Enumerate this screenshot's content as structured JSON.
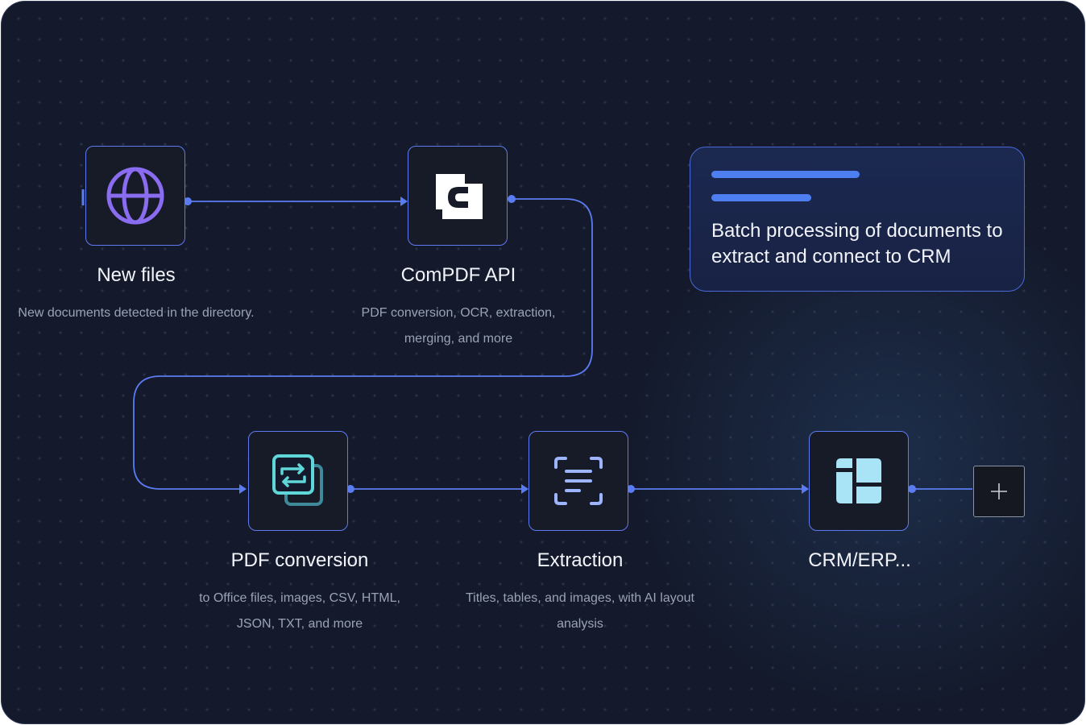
{
  "nodes": [
    {
      "id": "new-files",
      "title": "New files",
      "description": "New documents detected in the directory.",
      "icon": "globe-icon"
    },
    {
      "id": "compdf-api",
      "title": "ComPDF API",
      "description": "PDF conversion, OCR, extraction, merging, and more",
      "icon": "compdf-logo-icon"
    },
    {
      "id": "pdf-conversion",
      "title": "PDF conversion",
      "description": "to Office files, images, CSV, HTML, JSON, TXT, and more",
      "icon": "convert-icon"
    },
    {
      "id": "extraction",
      "title": "Extraction",
      "description": "Titles, tables, and images, with AI layout analysis",
      "icon": "scan-text-icon"
    },
    {
      "id": "crm-erp",
      "title": "CRM/ERP...",
      "description": "",
      "icon": "dashboard-icon"
    }
  ],
  "info_card": {
    "text": "Batch processing of documents to extract and connect to CRM"
  },
  "add_button": {
    "icon": "plus-icon"
  },
  "colors": {
    "background": "#141a2c",
    "connector": "#5b7cf0",
    "node_border": "#5d7bf0",
    "globe": "#8a6cf0",
    "convert": "#5fd6d8",
    "extraction": "#9db4ff",
    "crm": "#a8e4f6"
  }
}
